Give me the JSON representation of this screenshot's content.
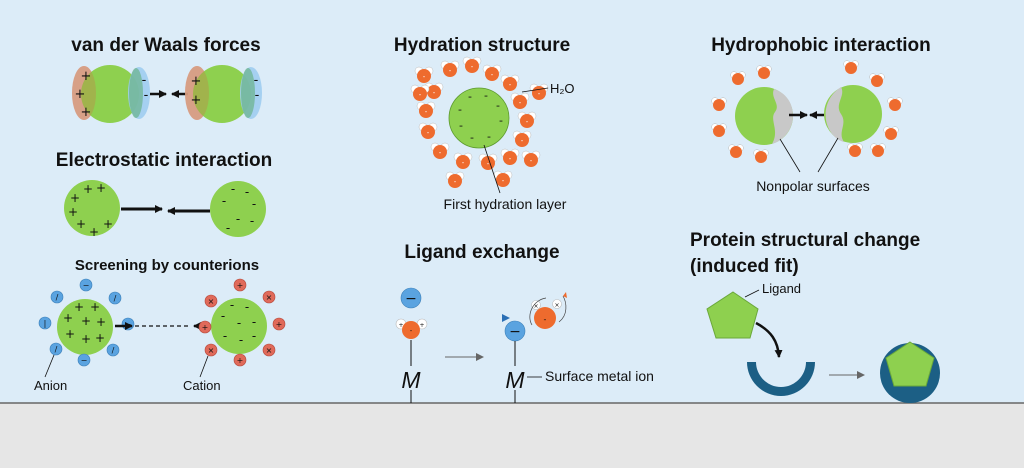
{
  "sections": {
    "vdw": {
      "title": "van der Waals forces"
    },
    "electrostatic": {
      "title": "Electrostatic interaction",
      "subtitle": "Screening by counterions",
      "anion_label": "Anion",
      "cation_label": "Cation"
    },
    "hydration": {
      "title": "Hydration structure",
      "water_label": "H₂O",
      "layer_label": "First hydration layer"
    },
    "hydrophobic": {
      "title": "Hydrophobic interaction",
      "surface_label": "Nonpolar surfaces"
    },
    "ligand": {
      "title": "Ligand exchange",
      "metal_symbol": "M",
      "metal_label": "Surface metal ion"
    },
    "protein": {
      "title_line1": "Protein structural change",
      "title_line2": "(induced fit)",
      "ligand_label": "Ligand"
    }
  },
  "colors": {
    "background": "#dcecf8",
    "floor": "#e6e6e6",
    "particle": "#8ed04f",
    "water_oxygen": "#ee6b2e",
    "anion": "#5aa3e0",
    "cation": "#e06a5a",
    "receptor": "#1c5f85"
  }
}
